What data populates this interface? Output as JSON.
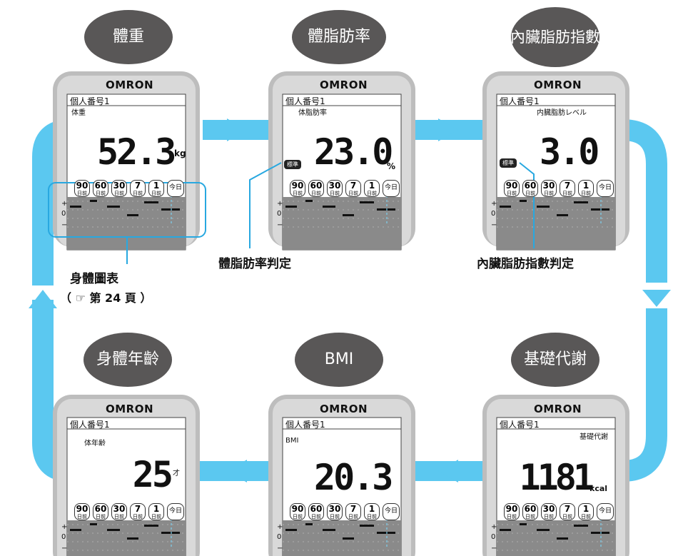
{
  "colors": {
    "arrow": "#5bc8f0",
    "bubble": "#595757",
    "device_frame": "#bdbdbd",
    "graph_bg": "#8a8a8a",
    "callout_line": "#28a8e0"
  },
  "device": {
    "brand": "OMRON",
    "user_label": "個人番号1",
    "periods": [
      {
        "num": "90",
        "sub": "日前"
      },
      {
        "num": "60",
        "sub": "日前"
      },
      {
        "num": "30",
        "sub": "日前"
      },
      {
        "num": "7",
        "sub": "日前"
      },
      {
        "num": "1",
        "sub": "日前"
      }
    ],
    "today_label": "今日",
    "graph_plus": "+",
    "graph_zero": "0",
    "graph_minus": "−"
  },
  "panels": [
    {
      "bubble": "體重",
      "label": "体重",
      "value": "52.3",
      "unit": "kg",
      "judgment": ""
    },
    {
      "bubble": "體脂肪率",
      "label": "体脂肪率",
      "value": "23.0",
      "unit": "%",
      "judgment": "標準"
    },
    {
      "bubble": "內臟脂肪指數",
      "label": "内臓脂肪レベル",
      "value": "3.0",
      "unit": "",
      "judgment": "標準"
    },
    {
      "bubble": "基礎代謝",
      "label": "基礎代謝",
      "value": "1181",
      "unit": "kcal",
      "judgment": ""
    },
    {
      "bubble": "BMI",
      "label": "BMI",
      "value": "20.3",
      "unit": "",
      "judgment": ""
    },
    {
      "bubble": "身體年齡",
      "label": "体年齢",
      "value": "25",
      "unit": "才",
      "judgment": ""
    }
  ],
  "callouts": {
    "body_fat_judgment": "體脂肪率判定",
    "visceral_judgment": "內臟脂肪指數判定",
    "body_chart": "身體圖表",
    "body_chart_ref": "（ ☞ 第 24 頁 ）"
  }
}
